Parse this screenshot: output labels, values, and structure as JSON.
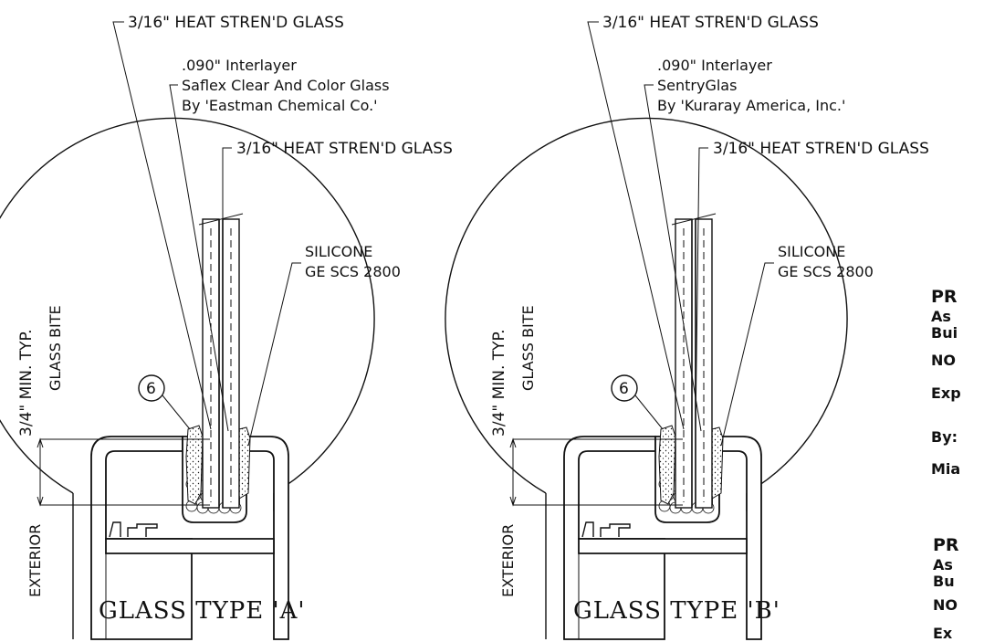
{
  "detail_a": {
    "outer_glass": "3/16\" HEAT STREN'D GLASS",
    "interlayer": ".090\" Interlayer",
    "interlayer_product": "Saflex Clear And Color Glass",
    "interlayer_maker": "By 'Eastman Chemical Co.'",
    "inner_glass": "3/16\" HEAT STREN'D GLASS",
    "silicone": "SILICONE",
    "silicone_product": "GE SCS 2800",
    "bite_dim": "3/4\" MIN. TYP.",
    "bite_label": "GLASS BITE",
    "exterior": "EXTERIOR",
    "callout": "6",
    "title": "GLASS TYPE 'A'"
  },
  "detail_b": {
    "outer_glass": "3/16\" HEAT STREN'D GLASS",
    "interlayer": ".090\" Interlayer",
    "interlayer_product": "SentryGlas",
    "interlayer_maker": "By 'Kuraray America, Inc.'",
    "inner_glass": "3/16\" HEAT STREN'D GLASS",
    "silicone": "SILICONE",
    "silicone_product": "GE SCS 2800",
    "bite_dim": "3/4\" MIN. TYP.",
    "bite_label": "GLASS BITE",
    "exterior": "EXTERIOR",
    "callout": "6",
    "title": "GLASS TYPE 'B'"
  },
  "approval_stamp": {
    "line1": "PR",
    "line2": "As",
    "line3": "Bui",
    "line4": "NO",
    "line5": "Exp",
    "line6": "By:",
    "line7": "Mia",
    "line8": "PR",
    "line9": "As",
    "line10": "Bu",
    "line11": "NO",
    "line12": "Ex"
  }
}
